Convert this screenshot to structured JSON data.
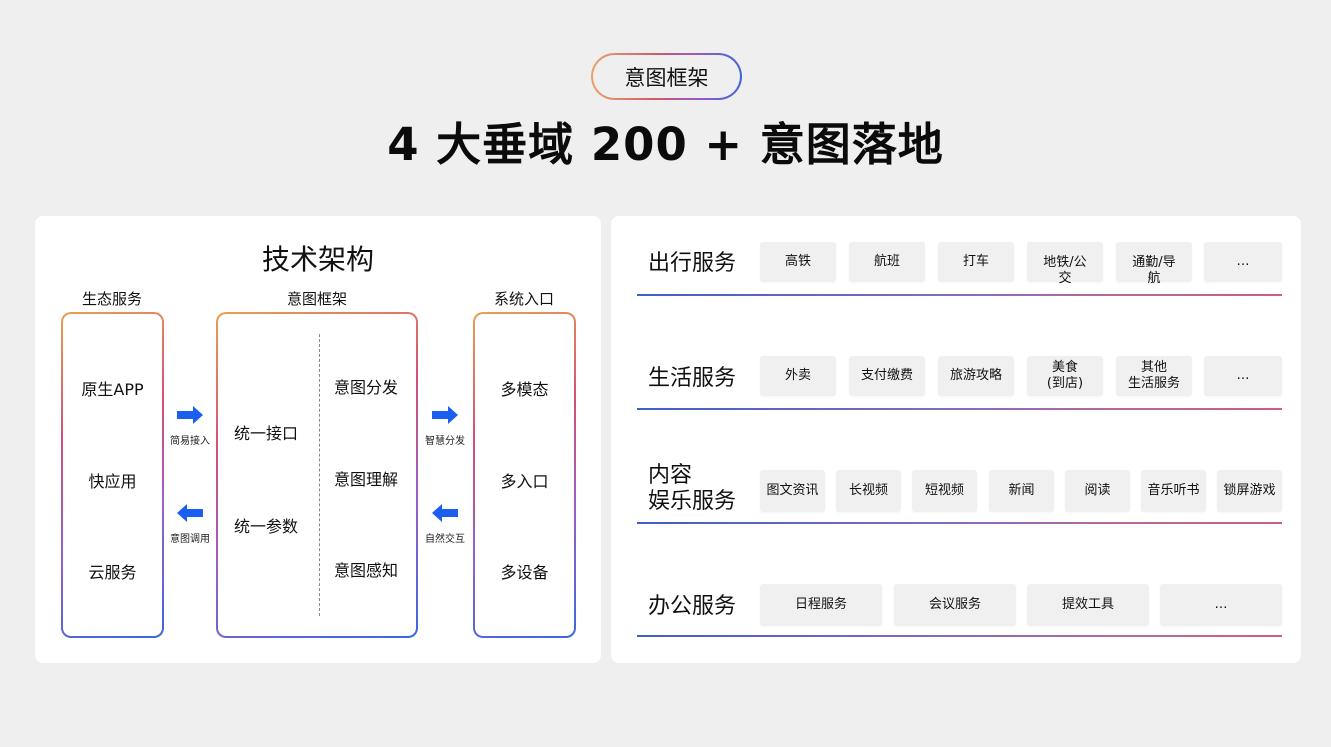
{
  "header": {
    "badge": "意图框架",
    "headline": "4 大垂域 200 + 意图落地"
  },
  "architecture": {
    "title": "技术架构",
    "columns": {
      "ecosystem": {
        "title": "生态服务",
        "items": [
          "原生APP",
          "快应用",
          "云服务"
        ]
      },
      "framework": {
        "title": "意图框架",
        "left_items": [
          "统一接口",
          "统一参数"
        ],
        "right_items": [
          "意图分发",
          "意图理解",
          "意图感知"
        ]
      },
      "entry": {
        "title": "系统入口",
        "items": [
          "多模态",
          "多入口",
          "多设备"
        ]
      }
    },
    "arrows": {
      "left_right": {
        "label": "简易接入",
        "icon": "arrow-right-icon"
      },
      "left_left": {
        "label": "意图调用",
        "icon": "arrow-left-icon"
      },
      "right_right": {
        "label": "智慧分发",
        "icon": "arrow-right-icon"
      },
      "right_left": {
        "label": "自然交互",
        "icon": "arrow-left-icon"
      }
    },
    "arrow_color": "#1a5ff0"
  },
  "domains": [
    {
      "title": "出行服务",
      "chips": [
        "高铁",
        "航班",
        "打车",
        "地铁/公交",
        "通勤/导航",
        "…"
      ]
    },
    {
      "title": "生活服务",
      "chips": [
        "外卖",
        "支付缴费",
        "旅游攻略",
        "美食\n(到店)",
        "其他\n生活服务",
        "…"
      ]
    },
    {
      "title": "内容\n娱乐服务",
      "title_line1": "内容",
      "title_line2": "娱乐服务",
      "chips": [
        "图文资讯",
        "长视频",
        "短视频",
        "新闻",
        "阅读",
        "音乐听书",
        "锁屏游戏"
      ]
    },
    {
      "title": "办公服务",
      "chips": [
        "日程服务",
        "会议服务",
        "提效工具",
        "…"
      ]
    }
  ]
}
